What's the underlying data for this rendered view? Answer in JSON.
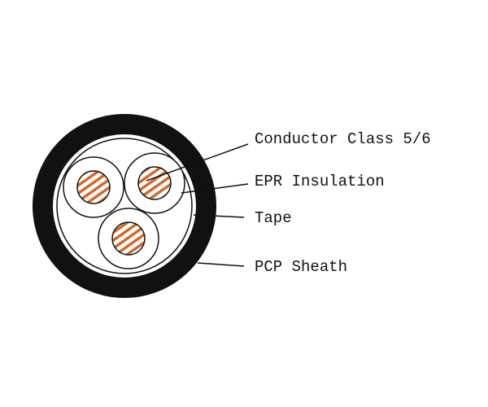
{
  "diagram": {
    "labels": {
      "conductor": "Conductor Class 5/6",
      "insulation": "EPR Insulation",
      "tape": "Tape",
      "sheath": "PCP Sheath"
    },
    "colors": {
      "sheath": "#111111",
      "conductor_stripe": "#d2692d",
      "background": "#ffffff"
    },
    "core_count": 3
  }
}
